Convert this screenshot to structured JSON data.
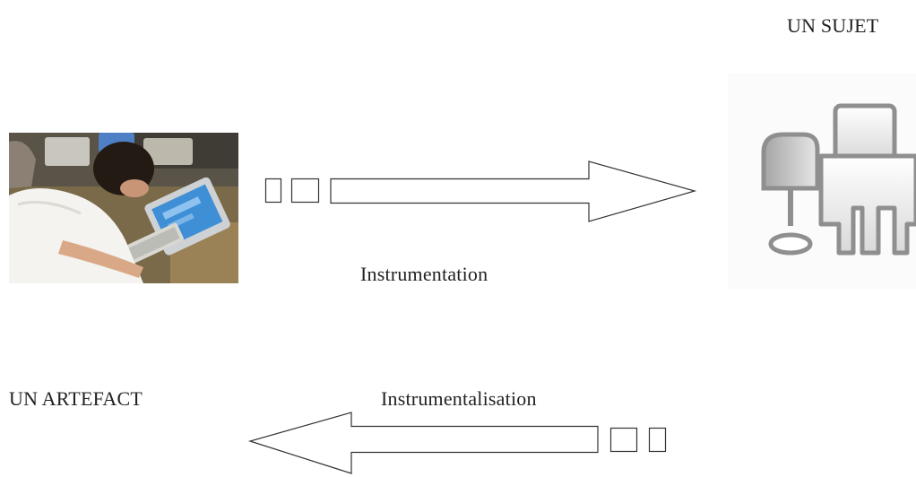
{
  "labels": {
    "subject": "UN SUJET",
    "artefact": "UN ARTEFACT",
    "instrumentation": "Instrumentation",
    "instrumentalisation": "Instrumentalisation"
  },
  "icons": {
    "photo": "person-at-computer-photo",
    "computer": "computer-workstation-icon",
    "arrow_right": "arrow-right-icon",
    "arrow_left": "arrow-left-icon"
  },
  "colors": {
    "stroke": "#333333",
    "text": "#222222",
    "icon_gray": "#8f8f8f",
    "icon_light": "#f2f2f2"
  }
}
